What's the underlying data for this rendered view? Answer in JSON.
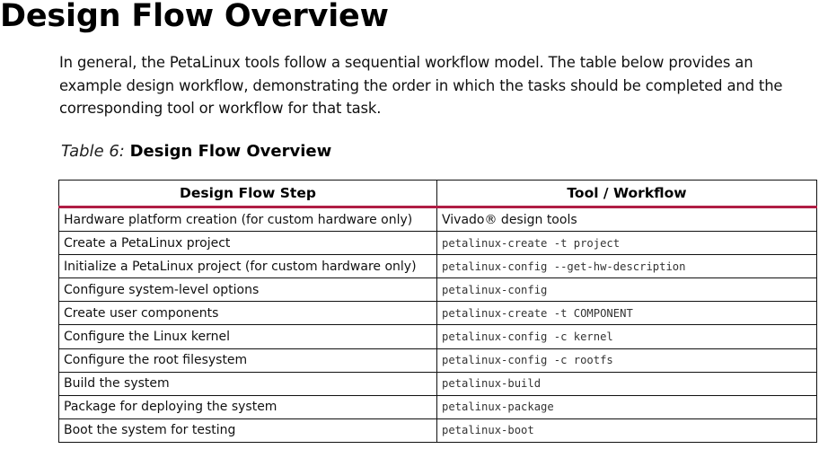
{
  "document": {
    "heading": "Design Flow Overview",
    "intro": "In general, the PetaLinux tools follow a sequential workflow model. The table below provides an example design workflow, demonstrating the order in which the tasks should be completed and the corresponding tool or workflow for that task.",
    "table_caption": {
      "number": "Table 6:",
      "title": "Design Flow Overview"
    }
  },
  "table": {
    "headers": [
      "Design Flow Step",
      "Tool / Workflow"
    ],
    "rows": [
      {
        "step": "Hardware platform creation (for custom hardware only)",
        "tool": "Vivado® design tools",
        "mono": false
      },
      {
        "step": "Create a PetaLinux project",
        "tool": "petalinux-create -t project",
        "mono": true
      },
      {
        "step": "Initialize a PetaLinux project (for custom hardware only)",
        "tool": "petalinux-config --get-hw-description",
        "mono": true
      },
      {
        "step": "Configure system-level options",
        "tool": "petalinux-config",
        "mono": true
      },
      {
        "step": "Create user components",
        "tool": "petalinux-create -t COMPONENT",
        "mono": true
      },
      {
        "step": "Configure the Linux kernel",
        "tool": "petalinux-config -c kernel",
        "mono": true
      },
      {
        "step": "Configure the root filesystem",
        "tool": "petalinux-config -c rootfs",
        "mono": true
      },
      {
        "step": "Build the system",
        "tool": "petalinux-build",
        "mono": true
      },
      {
        "step": "Package for deploying the system",
        "tool": "petalinux-package",
        "mono": true
      },
      {
        "step": "Boot the system for testing",
        "tool": "petalinux-boot",
        "mono": true
      }
    ]
  },
  "colors": {
    "header_rule": "#b01d44",
    "border": "#111111"
  }
}
